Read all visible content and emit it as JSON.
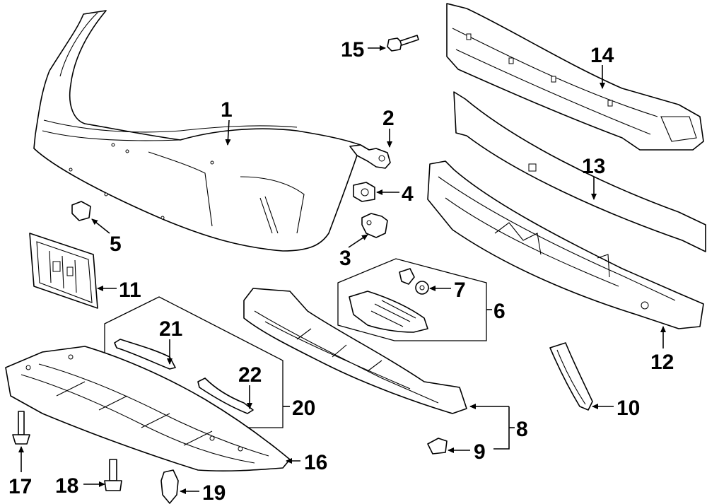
{
  "diagram": {
    "callouts": [
      {
        "id": "1",
        "label": "1"
      },
      {
        "id": "2",
        "label": "2"
      },
      {
        "id": "3",
        "label": "3"
      },
      {
        "id": "4",
        "label": "4"
      },
      {
        "id": "5",
        "label": "5"
      },
      {
        "id": "6",
        "label": "6"
      },
      {
        "id": "7",
        "label": "7"
      },
      {
        "id": "8",
        "label": "8"
      },
      {
        "id": "9",
        "label": "9"
      },
      {
        "id": "10",
        "label": "10"
      },
      {
        "id": "11",
        "label": "11"
      },
      {
        "id": "12",
        "label": "12"
      },
      {
        "id": "13",
        "label": "13"
      },
      {
        "id": "14",
        "label": "14"
      },
      {
        "id": "15",
        "label": "15"
      },
      {
        "id": "16",
        "label": "16"
      },
      {
        "id": "17",
        "label": "17"
      },
      {
        "id": "18",
        "label": "18"
      },
      {
        "id": "19",
        "label": "19"
      },
      {
        "id": "20",
        "label": "20"
      },
      {
        "id": "21",
        "label": "21"
      },
      {
        "id": "22",
        "label": "22"
      }
    ]
  }
}
